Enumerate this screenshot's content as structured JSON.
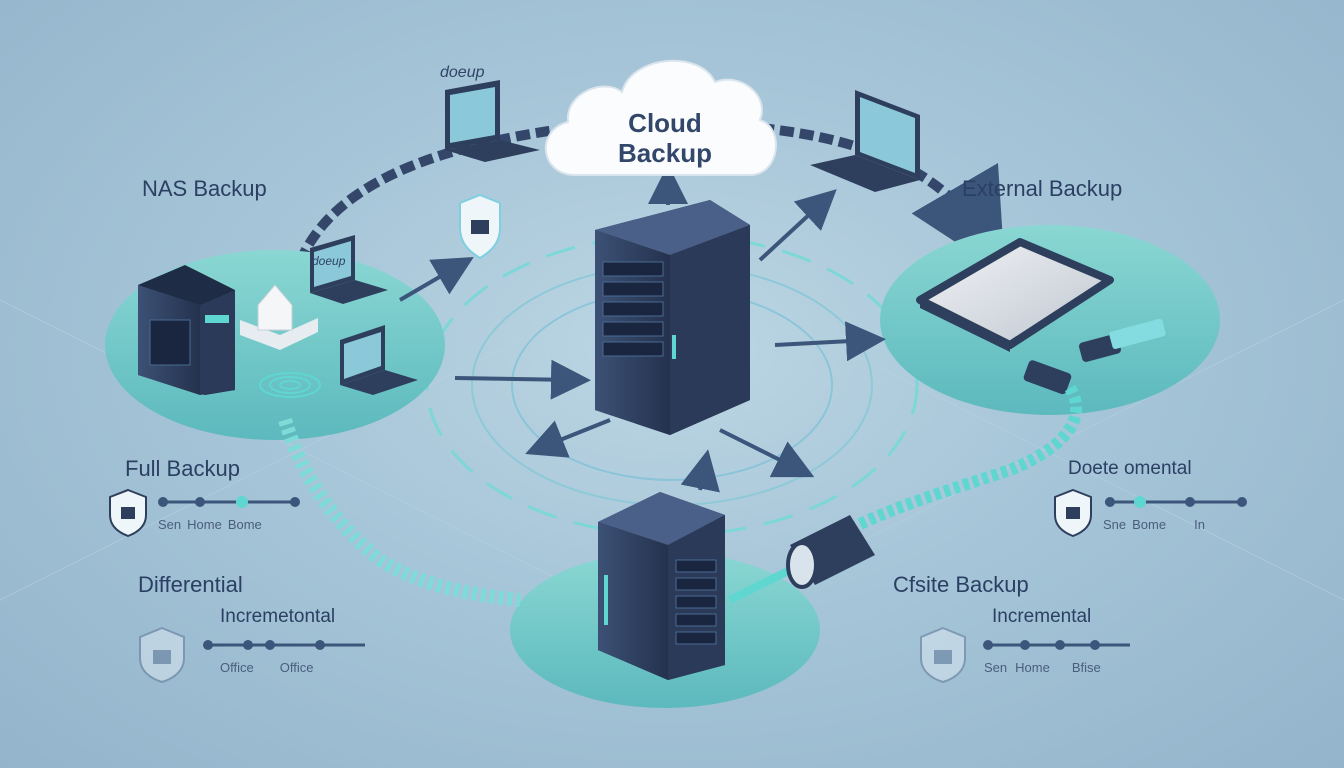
{
  "labels": {
    "cloud_backup_line1": "Cloud",
    "cloud_backup_line2": "Backup",
    "nas_backup": "NAS Backup",
    "external_backup": "External Backup",
    "full_backup": "Full Backup",
    "incremental_right_top": "Doete omental",
    "differential": "Differential",
    "incremental_left": "Incremetontal",
    "offsite_backup": "Cfsite Backup",
    "incremental_right": "Incremental",
    "laptop_top_scribble": "doeup",
    "laptop_left_scribble": "doeup"
  },
  "timelines": {
    "full_backup_ticks": [
      "Sen",
      "Home",
      "Bome"
    ],
    "right_top_ticks": [
      "Sne",
      "Bome",
      "In"
    ],
    "differential_ticks": [
      "Office",
      "Office"
    ],
    "offsite_ticks": [
      "Sen",
      "Home",
      "Bfise"
    ]
  },
  "colors": {
    "background": "#a6c5d8",
    "platform": "#6cc3c4",
    "server": "#2e3f5e",
    "accent_teal": "#5fd6d0",
    "text_dark": "#2b3f63",
    "arrow": "#3c557b"
  },
  "icons": [
    "cloud-icon",
    "server-rack-icon",
    "nas-server-icon",
    "external-drive-icon",
    "usb-icon",
    "laptop-icon",
    "shield-lock-icon",
    "house-icon",
    "fingerprint-icon",
    "cable-icon"
  ]
}
